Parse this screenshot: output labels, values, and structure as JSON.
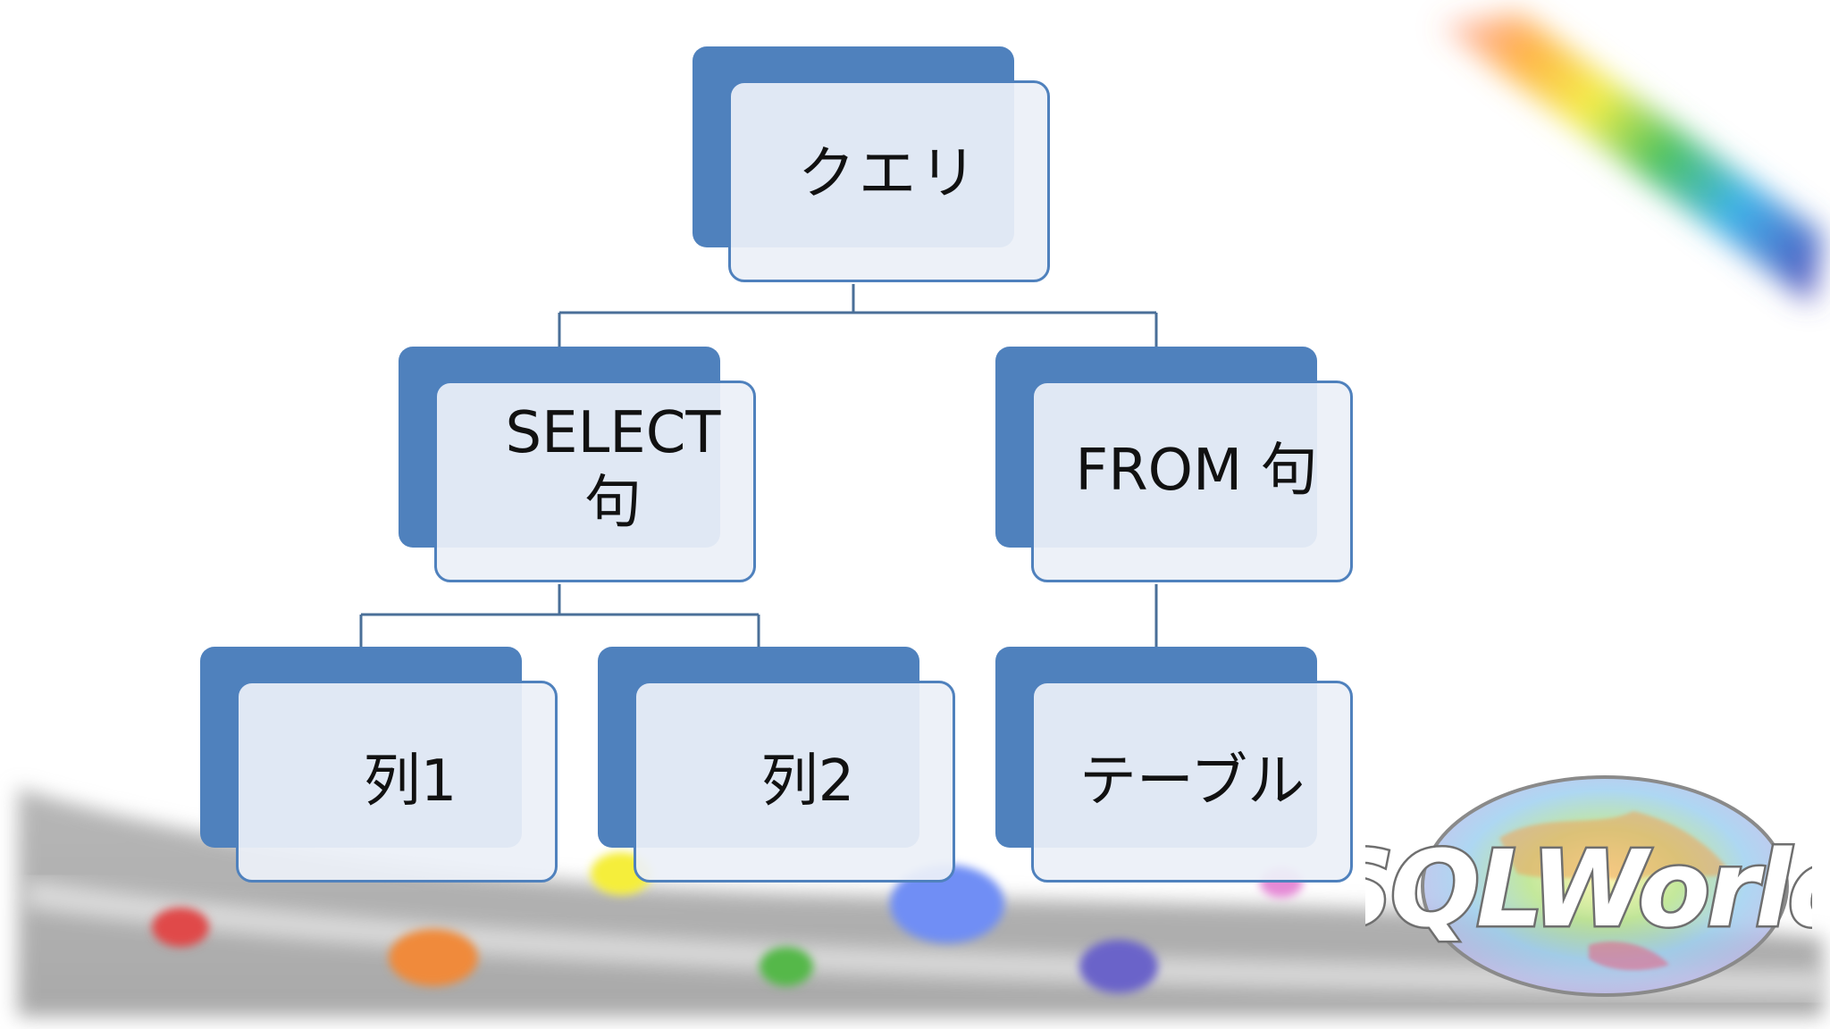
{
  "diagram": {
    "nodes": {
      "query": "クエリ",
      "select_clause": "SELECT\n句",
      "from_clause": "FROM 句",
      "column_1": "列1",
      "column_2": "列2",
      "table": "テーブル"
    }
  },
  "logo": {
    "text": "SQLWorld"
  },
  "colors": {
    "node_fill": "#4f81bd",
    "node_front": "#ecf0f8",
    "connector": "#4a6f98",
    "text": "#111111"
  }
}
